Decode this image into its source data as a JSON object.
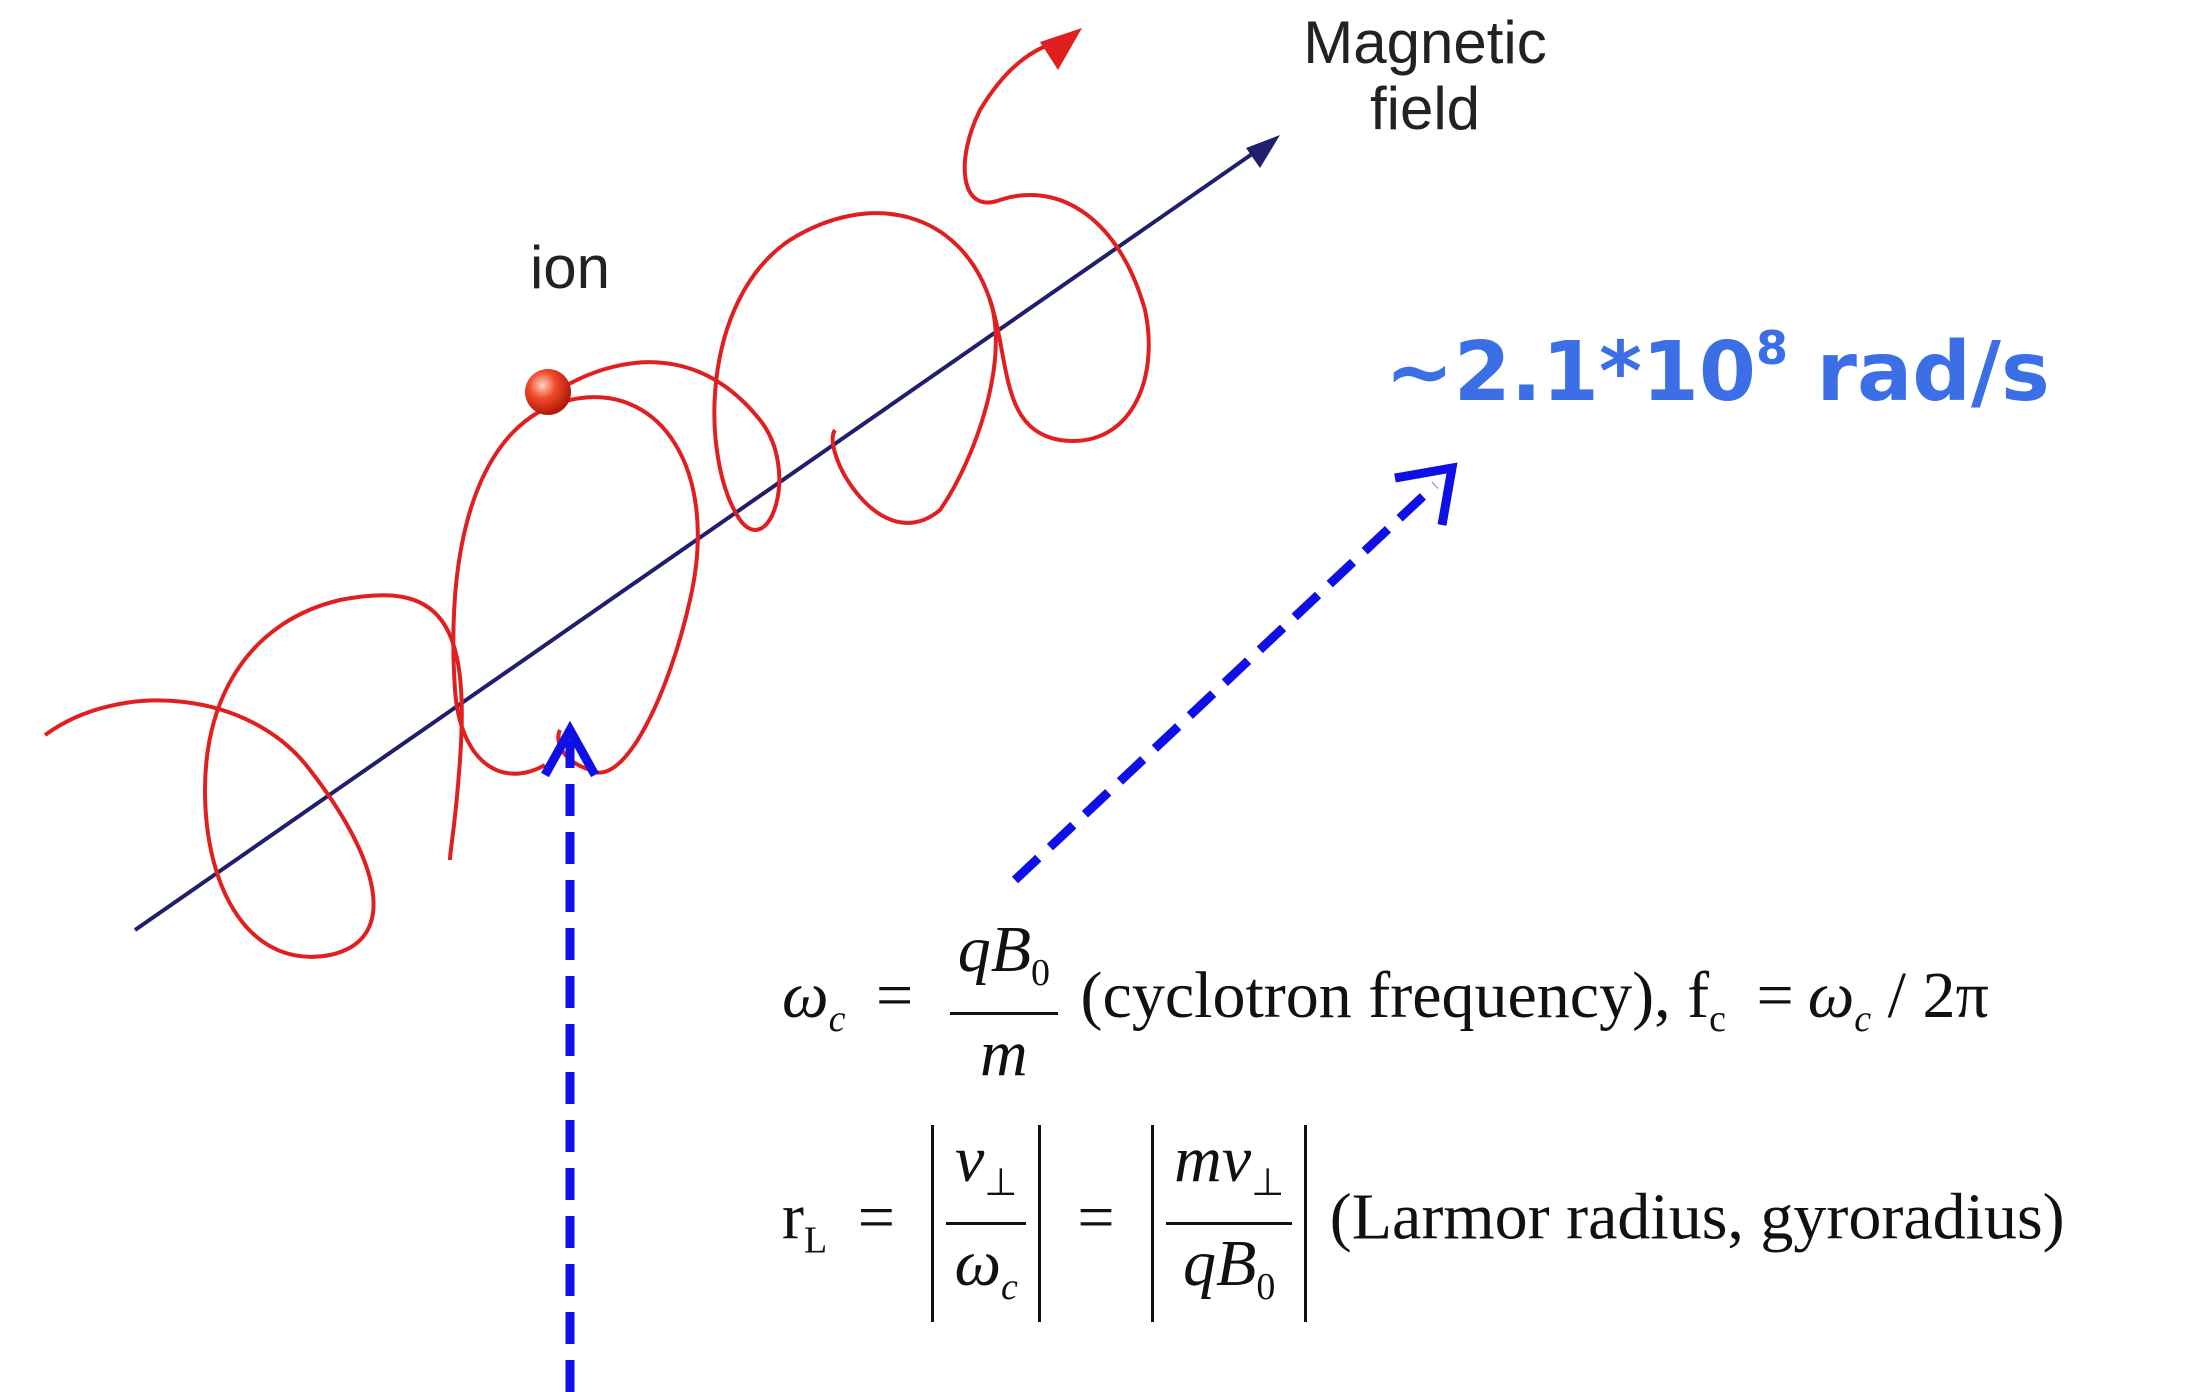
{
  "labels": {
    "magnetic_field_line1": "Magnetic",
    "magnetic_field_line2": "field",
    "ion": "ion"
  },
  "annotation": {
    "value_prefix": "~2.1*10",
    "value_exponent": "8",
    "value_unit": " rad/s"
  },
  "equations": {
    "cyclotron": {
      "omega": "ω",
      "omega_sub": "c",
      "equals": "=",
      "numerator_q": "qB",
      "numerator_sub": "0",
      "denominator": "m",
      "description": "(cyclotron frequency),",
      "fc": "f",
      "fc_sub": "c",
      "fc_equals": "=",
      "fc_rhs_omega": "ω",
      "fc_rhs_sub": "c",
      "fc_rhs_rest": "/ 2π"
    },
    "larmor": {
      "r": "r",
      "r_sub": "L",
      "equals1": "=",
      "frac1_num": "v",
      "frac1_num_sub": "⊥",
      "frac1_den": "ω",
      "frac1_den_sub": "c",
      "equals2": "=",
      "frac2_num": "mv",
      "frac2_num_sub": "⊥",
      "frac2_den": "qB",
      "frac2_den_sub": "0",
      "description": "(Larmor radius, gyroradius)"
    }
  },
  "colors": {
    "helix": "#e02020",
    "field_line": "#1f1f6e",
    "dashed_arrow": "#1010e6",
    "value_text": "#3c6fe6",
    "ion": "#e83020"
  }
}
